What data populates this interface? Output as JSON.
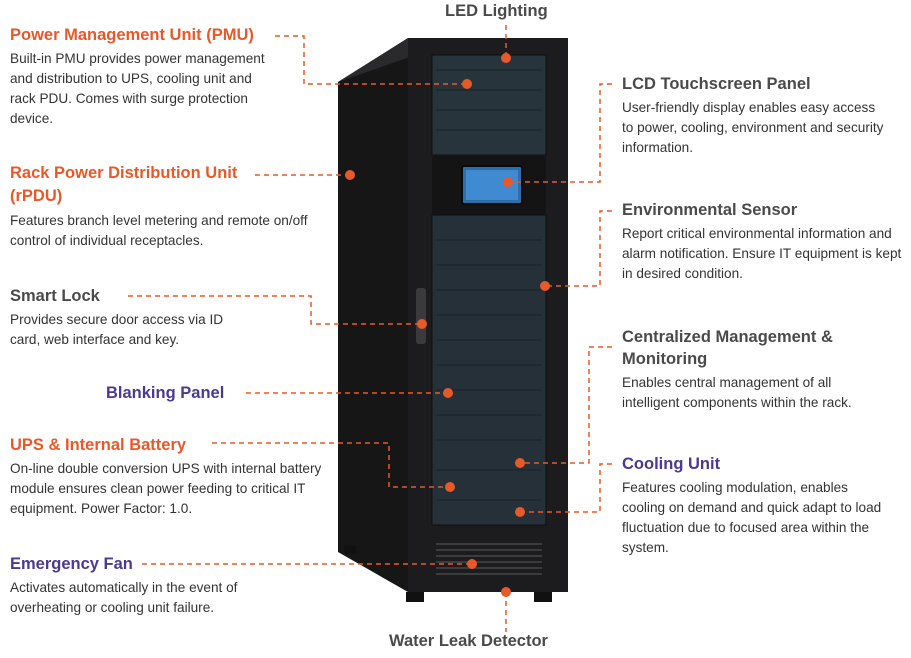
{
  "colors": {
    "accent_orange": "#e8592a",
    "accent_purple": "#4b3a8f",
    "heading_gray": "#4a4a4a",
    "text": "#333333",
    "cabinet": "#1c1c1e"
  },
  "top_label": "LED Lighting",
  "bottom_label": "Water Leak Detector",
  "left_callouts": [
    {
      "title": "Power Management Unit (PMU)",
      "desc": "Built-in PMU provides power management and distribution to UPS, cooling unit and rack PDU. Comes with surge protection device."
    },
    {
      "title": "Rack Power Distribution Unit (rPDU)",
      "desc": "Features branch level metering and remote on/off control of individual receptacles."
    },
    {
      "title": "Smart Lock",
      "desc": "Provides secure door access via ID card, web interface and key."
    },
    {
      "title": "Blanking Panel",
      "desc": ""
    },
    {
      "title": "UPS & Internal Battery",
      "desc": "On-line double conversion UPS with internal battery module ensures clean power feeding to critical IT equipment. Power Factor: 1.0."
    },
    {
      "title": "Emergency Fan",
      "desc": "Activates automatically in the event of overheating or cooling unit failure."
    }
  ],
  "right_callouts": [
    {
      "title": "LCD Touchscreen Panel",
      "desc": "User-friendly display enables easy access to power, cooling, environment and security information."
    },
    {
      "title": "Environmental Sensor",
      "desc": "Report critical environmental information and alarm notification. Ensure IT equipment is kept in desired condition."
    },
    {
      "title": "Centralized Management & Monitoring",
      "desc": "Enables central management of all intelligent components within the rack."
    },
    {
      "title": "Cooling Unit",
      "desc": "Features cooling modulation, enables cooling on demand and quick adapt to load fluctuation due to focused area within the system."
    }
  ]
}
